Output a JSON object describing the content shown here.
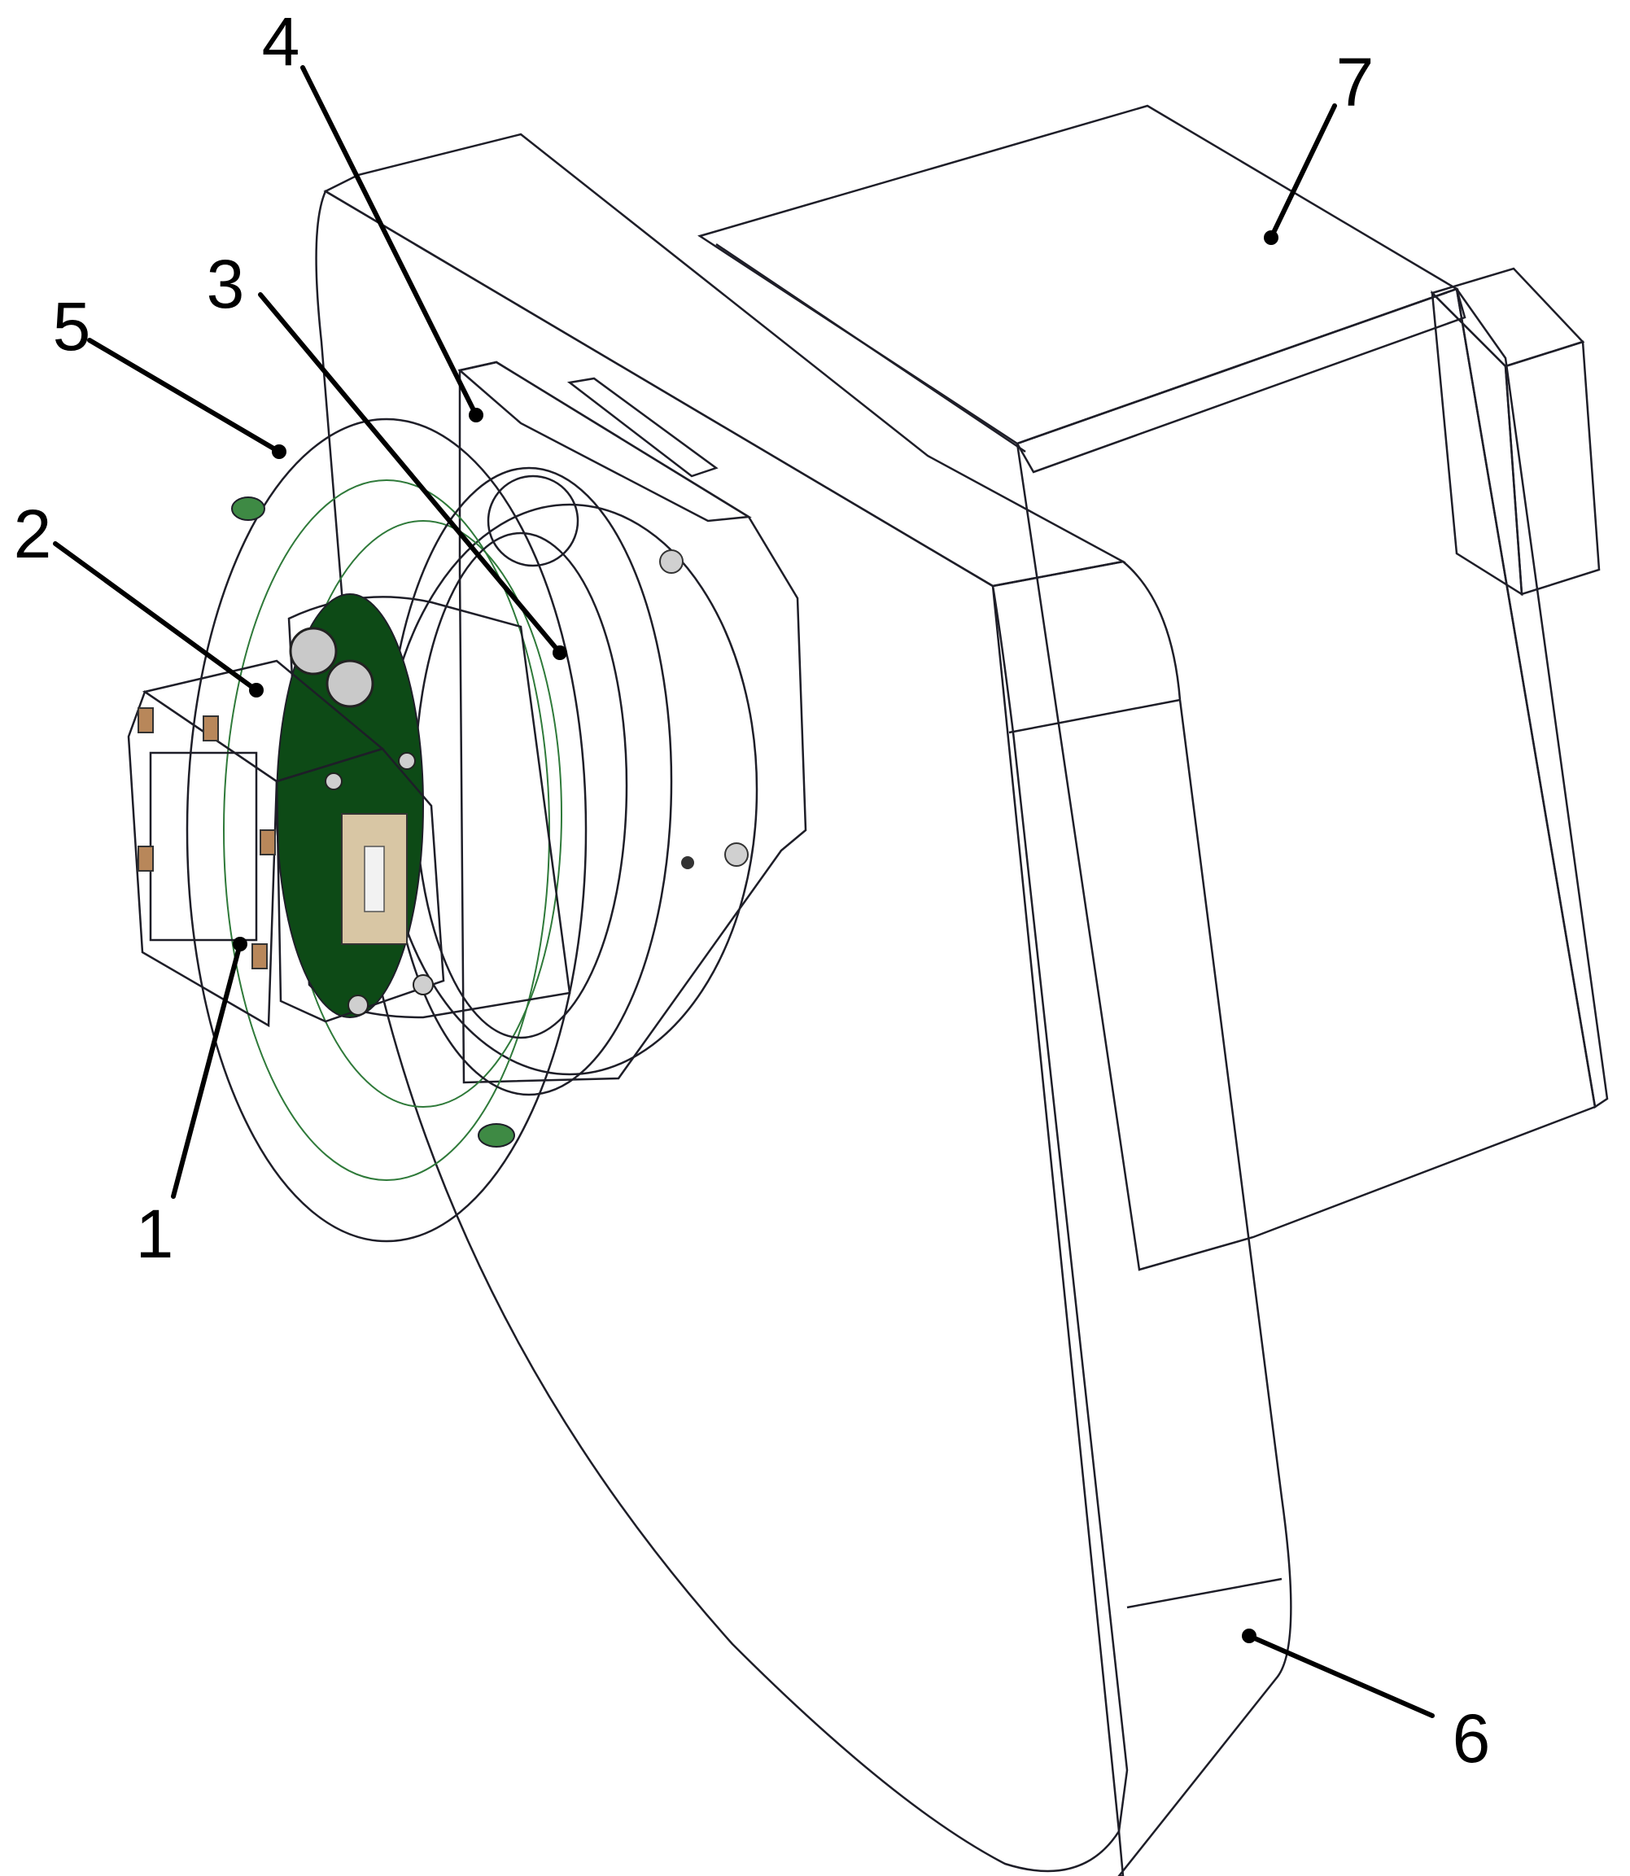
{
  "colors": {
    "background": "#ffffff",
    "plate_face": "#7b7e94",
    "plate_edge": "#9a9db2",
    "plate_side": "#50525f",
    "motor_top": "#5f5f62",
    "motor_front": "#2f2f31",
    "motor_side": "#3d3d40",
    "flange_blue": "#4b4bb0",
    "flange_blue_light": "#6e6ed6",
    "disc_green": "#5fd46a",
    "coil_green": "#0a3f12",
    "sample_holder": "#b9b9e0",
    "pcb_teal": "#1f8288",
    "contact_copper": "#b8875a",
    "leader": "#000000"
  },
  "callouts": [
    {
      "id": "1",
      "label": "1"
    },
    {
      "id": "2",
      "label": "2"
    },
    {
      "id": "3",
      "label": "3"
    },
    {
      "id": "4",
      "label": "4"
    },
    {
      "id": "5",
      "label": "5"
    },
    {
      "id": "6",
      "label": "6"
    },
    {
      "id": "7",
      "label": "7"
    }
  ]
}
